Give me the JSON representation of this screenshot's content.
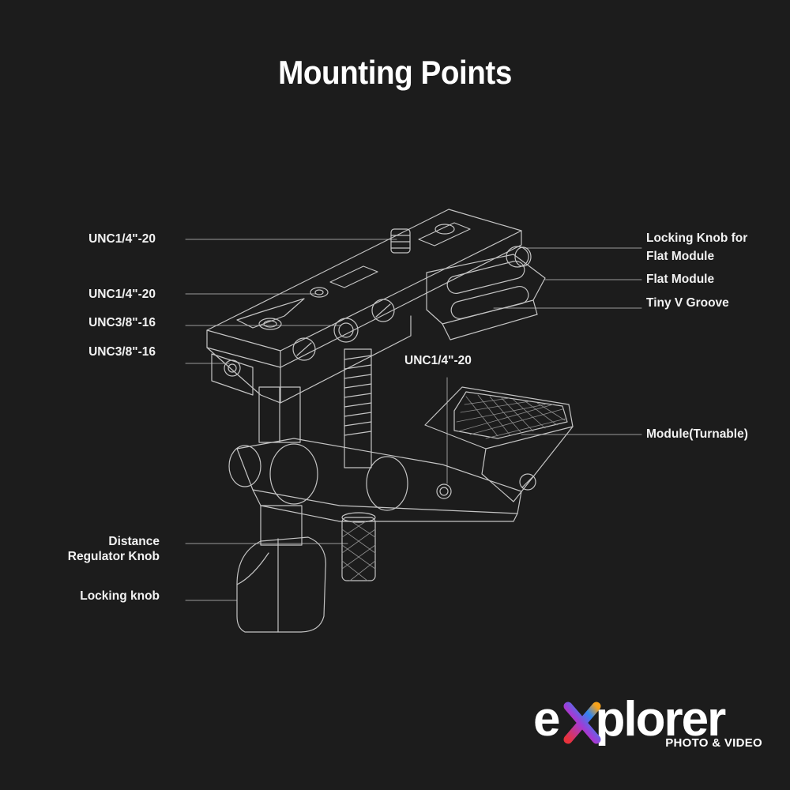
{
  "title": "Mounting Points",
  "labels": {
    "unc14_top": "UNC1/4\"-20",
    "unc14_mid": "UNC1/4\"-20",
    "unc38_a": "UNC3/8\"-16",
    "unc38_b": "UNC3/8\"-16",
    "locking_knob_flat_l1": "Locking Knob for",
    "locking_knob_flat_l2": "Flat Module",
    "flat_module": "Flat Module",
    "tiny_v_groove": "Tiny V Groove",
    "unc14_center": "UNC1/4\"-20",
    "module_turnable": "Module(Turnable)",
    "distance_l1": "Distance",
    "distance_l2": "Regulator Knob",
    "locking_knob": "Locking knob"
  },
  "logo": {
    "e": "e",
    "rest": "plorer",
    "sub": "PHOTO & VIDEO",
    "x_gradient": [
      "#e8323c",
      "#a23bd6",
      "#2f86f0",
      "#f7a21b"
    ]
  },
  "colors": {
    "background": "#1c1c1c",
    "line": "#bdbdbd",
    "text": "#ffffff"
  }
}
